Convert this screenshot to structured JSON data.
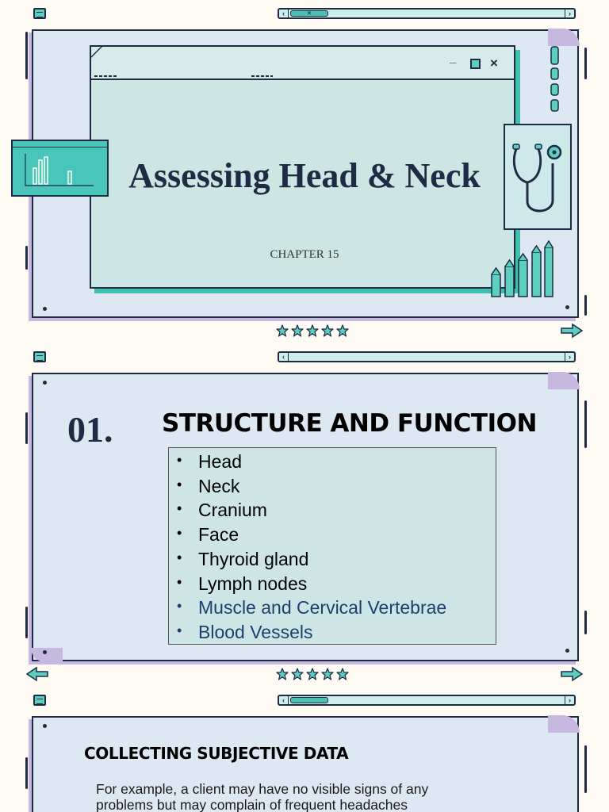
{
  "slide1": {
    "title": "Assessing Head & Neck",
    "subtitle": "CHAPTER 15",
    "scroll_close_glyph": "×",
    "window_controls": {
      "minimize": "_",
      "close": "×"
    }
  },
  "slide2": {
    "number": "01.",
    "heading": "STRUCTURE AND FUNCTION",
    "items": [
      "Head",
      "Neck",
      "Cranium",
      "Face",
      "Thyroid gland",
      "Lymph nodes",
      "Muscle and Cervical Vertebrae",
      "Blood Vessels"
    ]
  },
  "slide3": {
    "heading": "COLLECTING SUBJECTIVE DATA",
    "paragraph": "For example, a client may have no visible signs of any problems but may complain of frequent headaches"
  },
  "scrollbar": {
    "left": "‹",
    "right": "›"
  },
  "icons": {
    "menu": "menu-icon",
    "stethoscope": "stethoscope-icon",
    "chart": "bar-chart-icon",
    "star": "star-icon",
    "next": "arrow-right-icon",
    "prev": "arrow-left-icon"
  },
  "colors": {
    "teal": "#47c6b9",
    "navy": "#1f2a44",
    "panel": "#dde8f3",
    "purple": "#c7b8df"
  }
}
